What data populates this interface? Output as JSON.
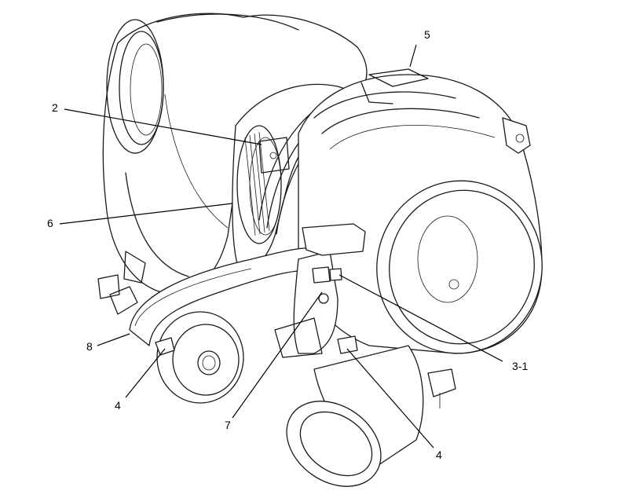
{
  "callouts": {
    "c5": "5",
    "c2": "2",
    "c6": "6",
    "c8": "8",
    "c4_left": "4",
    "c7": "7",
    "c3_1": "3-1",
    "c4_right": "4"
  },
  "colors": {
    "line": "#1a1a1a",
    "background": "#ffffff"
  }
}
